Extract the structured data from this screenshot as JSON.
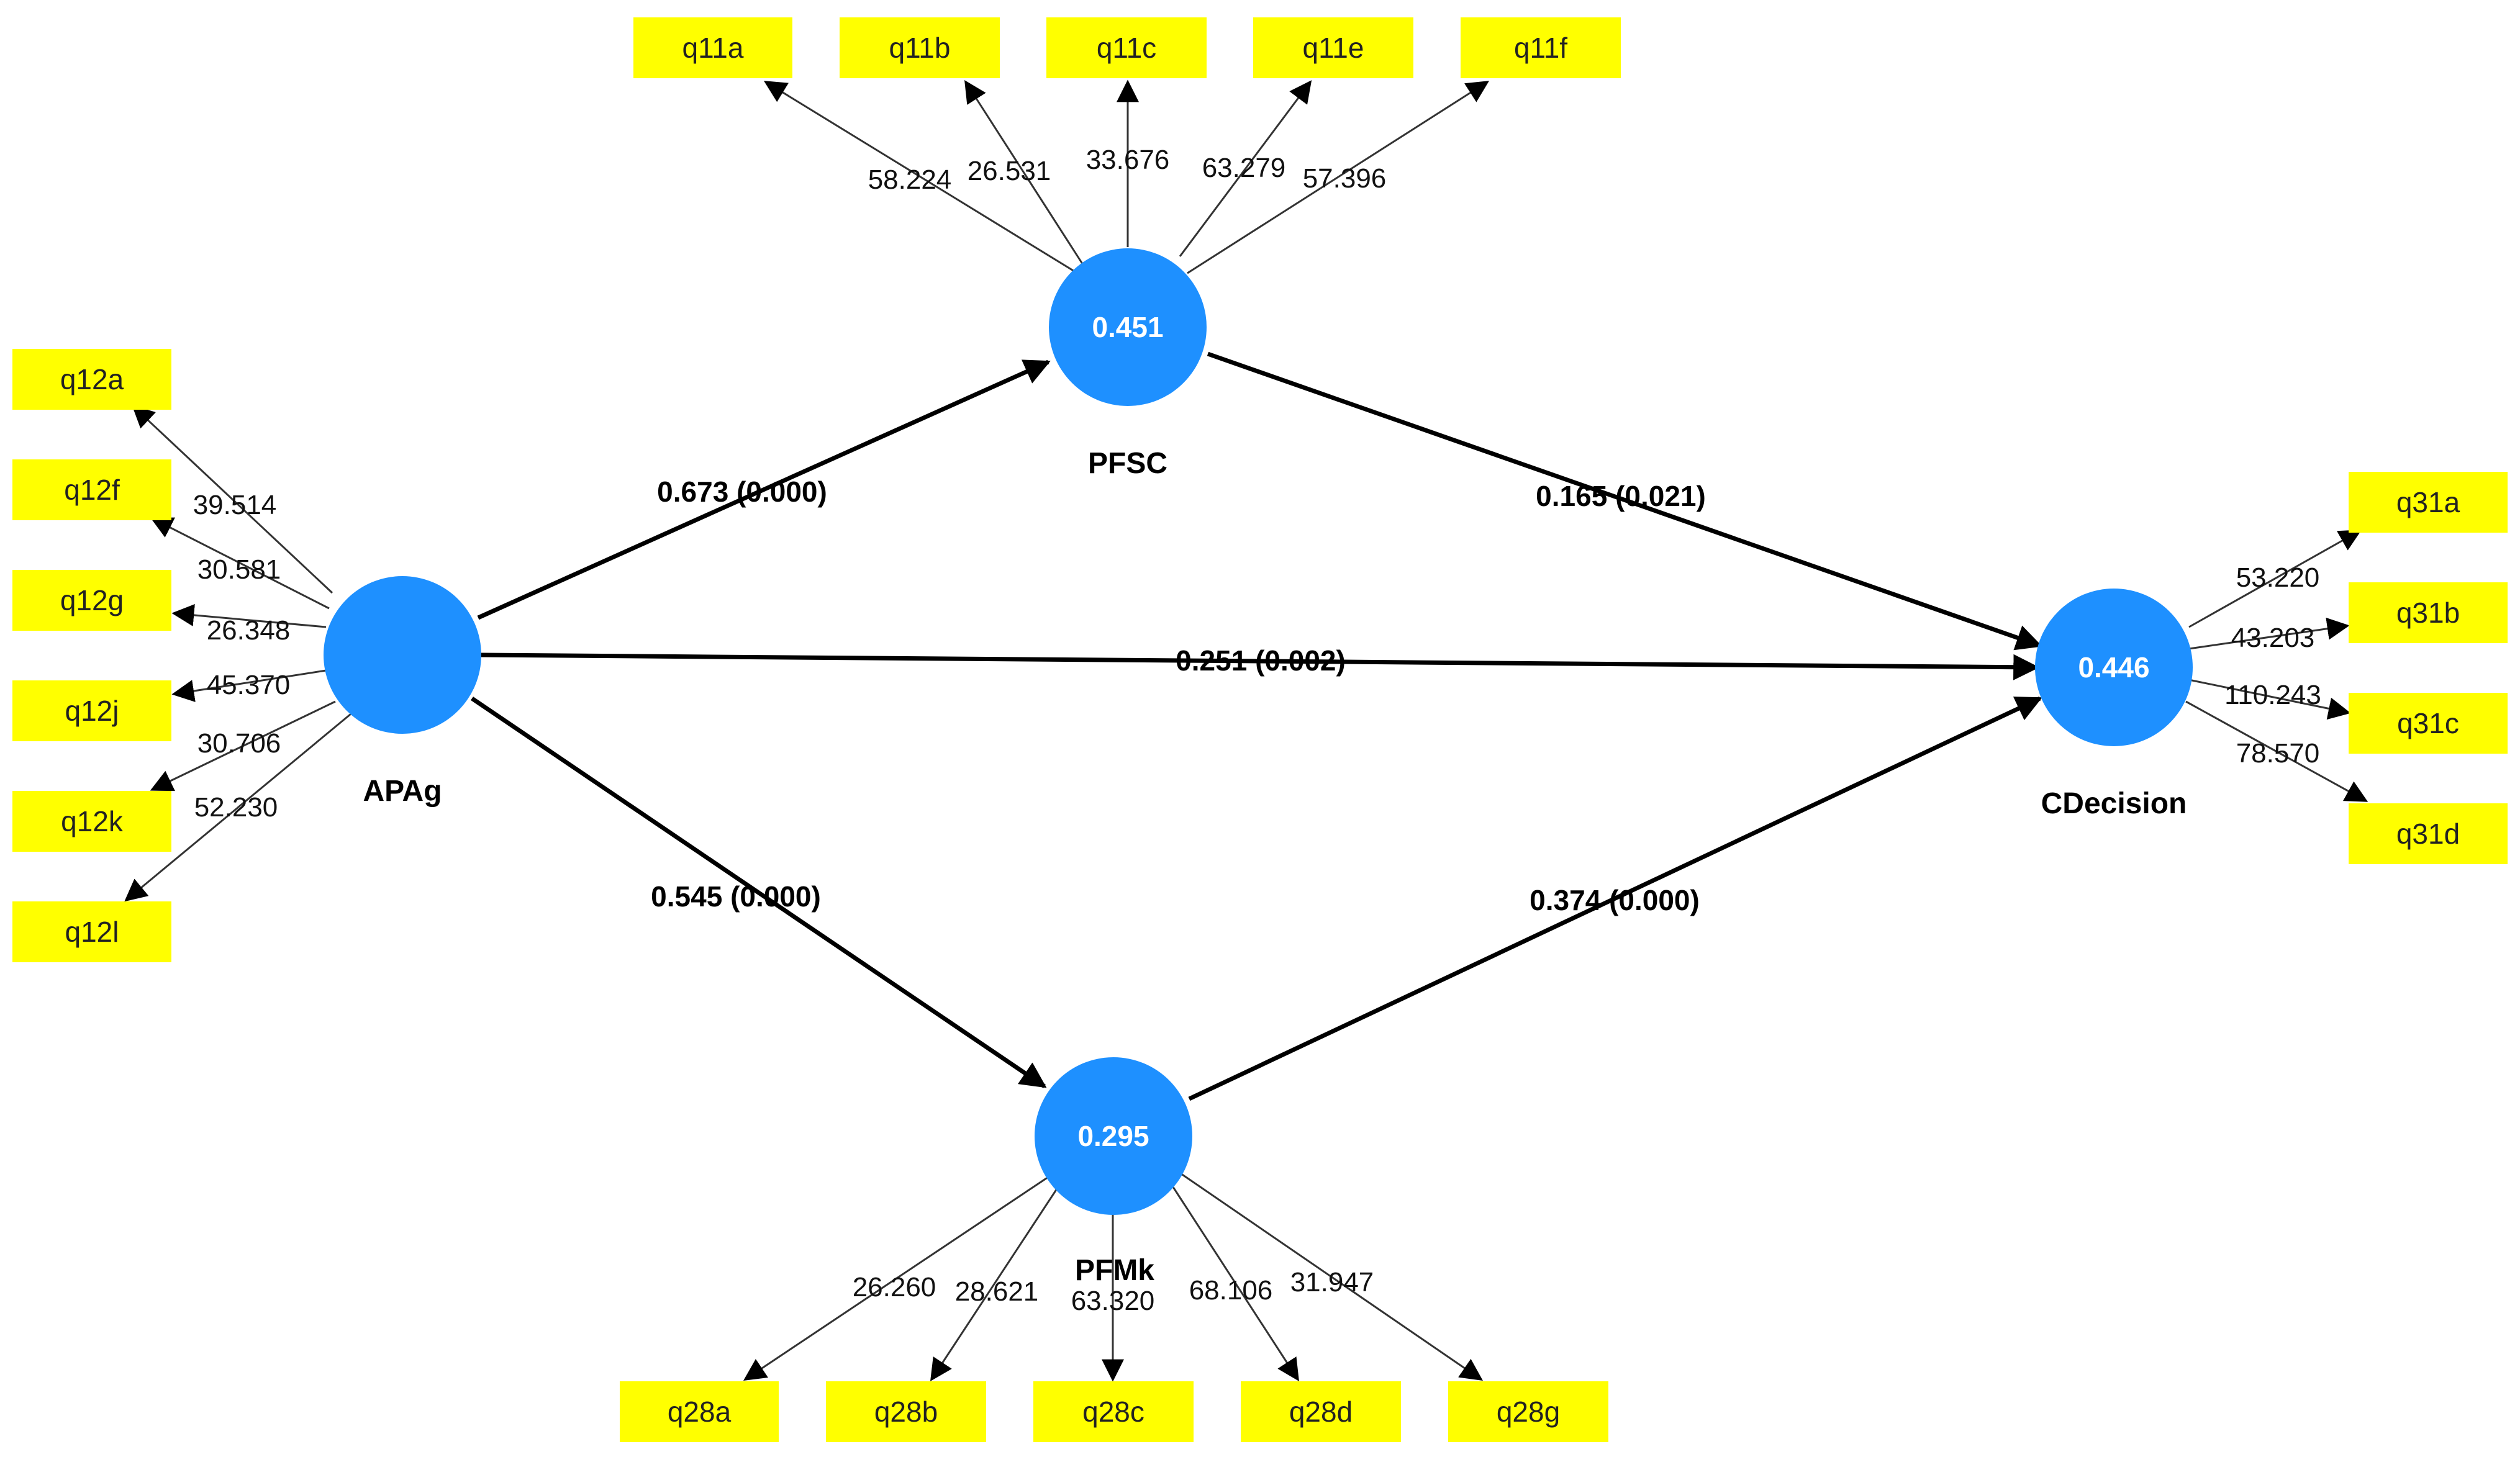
{
  "colors": {
    "construct": "#1e90ff",
    "indicator_box": "#ffff00",
    "lines": "#000000"
  },
  "constructs": {
    "APAg": {
      "name": "APAg",
      "r2": ""
    },
    "PFSC": {
      "name": "PFSC",
      "r2": "0.451"
    },
    "PFMk": {
      "name": "PFMk",
      "r2": "0.295"
    },
    "CDecision": {
      "name": "CDecision",
      "r2": "0.446"
    }
  },
  "paths": [
    {
      "from": "APAg",
      "to": "PFSC",
      "label": "0.673 (0.000)"
    },
    {
      "from": "APAg",
      "to": "CDecision",
      "label": "0.251 (0.002)"
    },
    {
      "from": "APAg",
      "to": "PFMk",
      "label": "0.545 (0.000)"
    },
    {
      "from": "PFSC",
      "to": "CDecision",
      "label": "0.165 (0.021)"
    },
    {
      "from": "PFMk",
      "to": "CDecision",
      "label": "0.374 (0.000)"
    }
  ],
  "indicators": {
    "PFSC": [
      {
        "name": "q11a",
        "loading": "58.224"
      },
      {
        "name": "q11b",
        "loading": "26.531"
      },
      {
        "name": "q11c",
        "loading": "33.676"
      },
      {
        "name": "q11e",
        "loading": "63.279"
      },
      {
        "name": "q11f",
        "loading": "57.396"
      }
    ],
    "APAg": [
      {
        "name": "q12a",
        "loading": "39.514"
      },
      {
        "name": "q12f",
        "loading": "30.581"
      },
      {
        "name": "q12g",
        "loading": "26.348"
      },
      {
        "name": "q12j",
        "loading": "45.370"
      },
      {
        "name": "q12k",
        "loading": "30.706"
      },
      {
        "name": "q12l",
        "loading": "52.230"
      }
    ],
    "CDecision": [
      {
        "name": "q31a",
        "loading": "53.220"
      },
      {
        "name": "q31b",
        "loading": "43.203"
      },
      {
        "name": "q31c",
        "loading": "110.243"
      },
      {
        "name": "q31d",
        "loading": "78.570"
      }
    ],
    "PFMk": [
      {
        "name": "q28a",
        "loading": "26.260"
      },
      {
        "name": "q28b",
        "loading": "28.621"
      },
      {
        "name": "q28c",
        "loading": "63.320"
      },
      {
        "name": "q28d",
        "loading": "68.106"
      },
      {
        "name": "q28g",
        "loading": "31.947"
      }
    ]
  }
}
